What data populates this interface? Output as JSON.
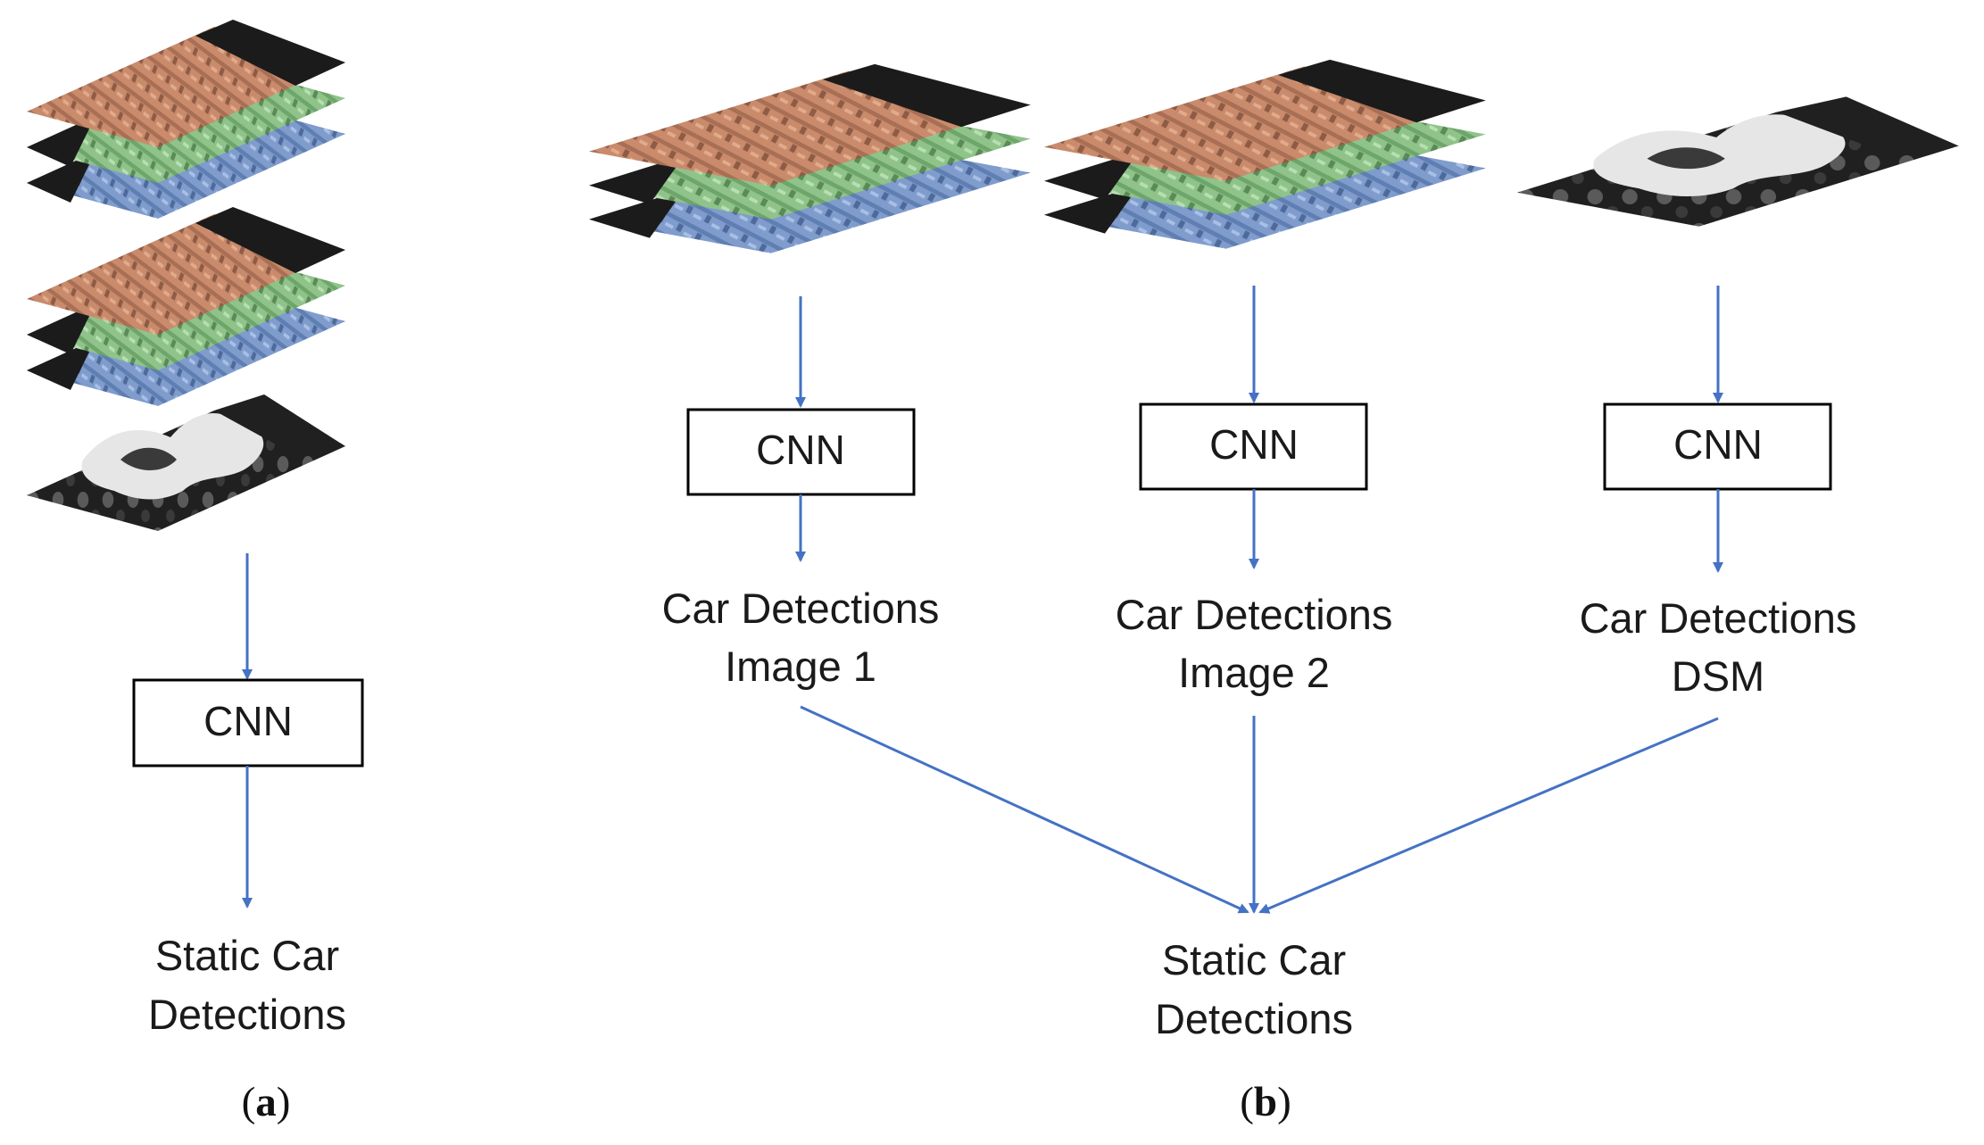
{
  "colors": {
    "arrow": "#4472c4",
    "red_band": "#c98b6c",
    "green_band": "#8fc38a",
    "blue_band": "#7f9ccc",
    "dsm_dark": "#202020",
    "dsm_light": "#e6e6e6"
  },
  "panel_a": {
    "inputs": [
      "image-1-rgb-stack",
      "image-2-rgb-stack",
      "dsm-layer"
    ],
    "cnn_label": "CNN",
    "output_line1": "Static Car",
    "output_line2": "Detections",
    "caption_open": "(",
    "caption_letter": "a",
    "caption_close": ")"
  },
  "panel_b": {
    "branches": [
      {
        "input": "image-1-rgb-stack",
        "cnn_label": "CNN",
        "line1": "Car Detections",
        "line2": "Image 1"
      },
      {
        "input": "image-2-rgb-stack",
        "cnn_label": "CNN",
        "line1": "Car Detections",
        "line2": "Image 2"
      },
      {
        "input": "dsm-layer",
        "cnn_label": "CNN",
        "line1": "Car Detections",
        "line2": "DSM"
      }
    ],
    "output_line1": "Static Car",
    "output_line2": "Detections",
    "caption_open": "(",
    "caption_letter": "b",
    "caption_close": ")"
  }
}
